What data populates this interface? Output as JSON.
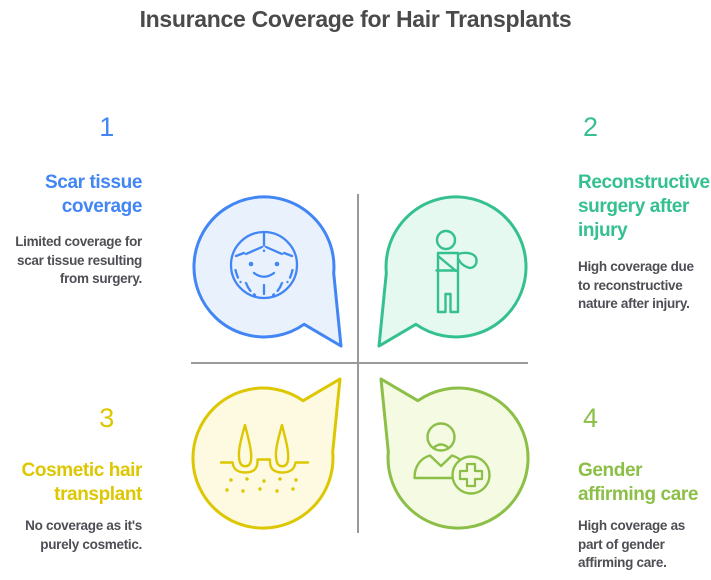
{
  "title": "Insurance Coverage for Hair Transplants",
  "colors": {
    "blue": "#4285f4",
    "blue_fill": "#e9f1fd",
    "green": "#35c08f",
    "green_fill": "#e5f9f0",
    "yellow": "#dcc702",
    "yellow_fill": "#fdfae1",
    "lime": "#8cbf47",
    "lime_fill": "#f5fae2",
    "heading_gray": "#4a4a4a",
    "body_gray": "#4e4e55",
    "divider_gray": "#9a9a9a"
  },
  "items": [
    {
      "number": "1",
      "title": "Scar tissue\ncoverage",
      "description": "Limited coverage for\nscar tissue resulting\nfrom surgery.",
      "icon": "scalp-markings-face-icon",
      "accent": "#4285f4"
    },
    {
      "number": "2",
      "title": "Reconstructive\nsurgery after\ninjury",
      "description": "High coverage due\nto reconstructive\nnature after injury.",
      "icon": "person-arm-sling-icon",
      "accent": "#35c08f"
    },
    {
      "number": "3",
      "title": "Cosmetic hair\ntransplant",
      "description": "No coverage as it's\npurely cosmetic.",
      "icon": "hair-follicle-icon",
      "accent": "#dcc702"
    },
    {
      "number": "4",
      "title": "Gender\naffirming care",
      "description": "High coverage as\npart of gender\naffirming care.",
      "icon": "person-medical-plus-icon",
      "accent": "#8cbf47"
    }
  ]
}
